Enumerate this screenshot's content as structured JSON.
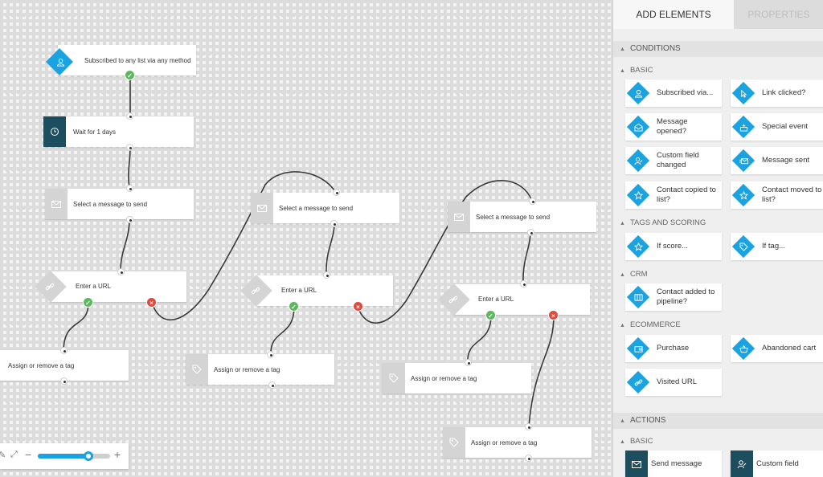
{
  "workflow": {
    "nodes": {
      "subscribed": "Subscribed to any list via any method",
      "wait": "Wait for 1 days",
      "msg1": "Select a message to send",
      "msg2": "Select a message to send",
      "msg3": "Select a message to send",
      "url1": "Enter a URL",
      "url2": "Enter a URL",
      "url3": "Enter a URL",
      "tag1": "Assign or remove a tag",
      "tag2": "Assign or remove a tag",
      "tag3": "Assign or remove a tag",
      "tag4": "Assign or remove a tag"
    },
    "zoom": {
      "level": 0.7
    }
  },
  "panel": {
    "tabs": {
      "add": "ADD ELEMENTS",
      "properties": "PROPERTIES"
    },
    "conditions": {
      "title": "CONDITIONS",
      "basic_title": "BASIC",
      "basic": [
        "Subscribed via...",
        "Link clicked?",
        "Message opened?",
        "Special event",
        "Custom field changed",
        "Message sent",
        "Contact copied to list?",
        "Contact moved to list?"
      ],
      "tags_title": "TAGS AND SCORING",
      "tags": [
        "If score...",
        "If tag..."
      ],
      "crm_title": "CRM",
      "crm": [
        "Contact added to pipeline?"
      ],
      "ecommerce_title": "ECOMMERCE",
      "ecommerce": [
        "Purchase",
        "Abandoned cart",
        "Visited URL"
      ]
    },
    "actions": {
      "title": "ACTIONS",
      "basic_title": "BASIC",
      "basic": [
        "Send message",
        "Custom field"
      ]
    }
  },
  "colors": {
    "accent": "#1aa3e0",
    "dark_teal": "#1d4e5f",
    "gray_icon": "#d4d4d4",
    "success": "#5cb85c",
    "error": "#e04a3c"
  }
}
